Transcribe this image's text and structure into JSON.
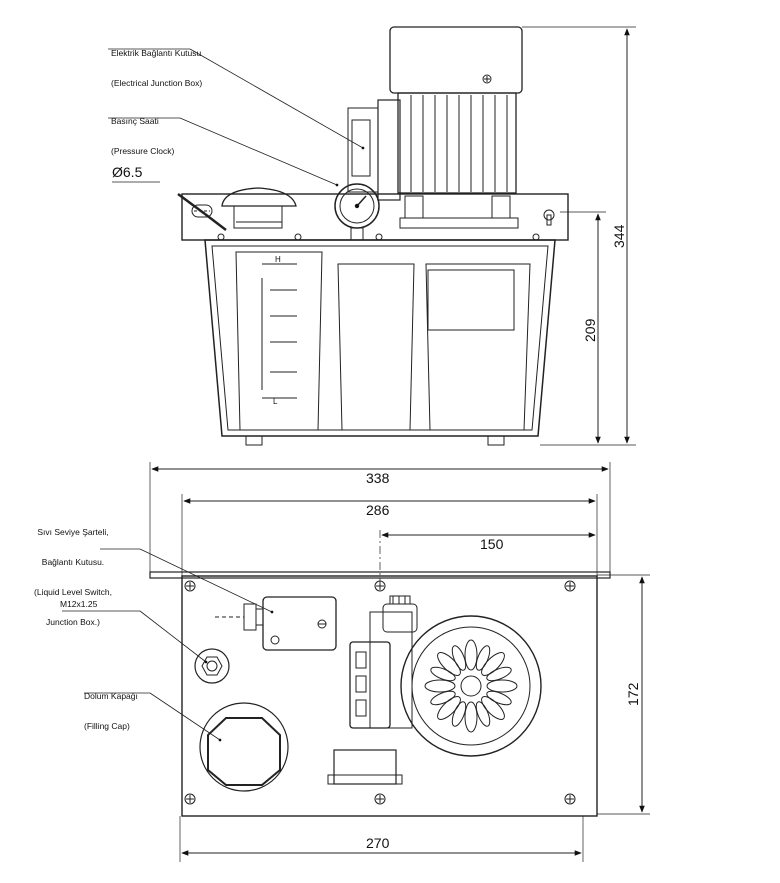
{
  "side_view": {
    "callouts": {
      "junction_box": {
        "line1": "Elektrik Bağlantı Kutusu",
        "line2": "(Electrical Junction Box)"
      },
      "pressure_clock": {
        "line1": "Basınç Saati",
        "line2": "(Pressure Clock)"
      },
      "hole_diameter": "Ø6.5"
    },
    "tank_marks": {
      "high": "H",
      "low": "L"
    },
    "dimensions": {
      "total_height": "344",
      "tank_height": "209"
    }
  },
  "top_view": {
    "callouts": {
      "level_switch": {
        "line1": "Sıvı Seviye Şarteli,",
        "line2": "Bağlantı Kutusu.",
        "line3": "(Liquid Level Switch,",
        "line4": "Junction Box.)"
      },
      "thread": "M12x1.25",
      "filling_cap": {
        "line1": "Dolum Kapağı",
        "line2": "(Filling Cap)"
      }
    },
    "dimensions": {
      "overall_width": "338",
      "hole_spacing": "286",
      "offset": "150",
      "depth": "172",
      "base_width": "270"
    }
  }
}
